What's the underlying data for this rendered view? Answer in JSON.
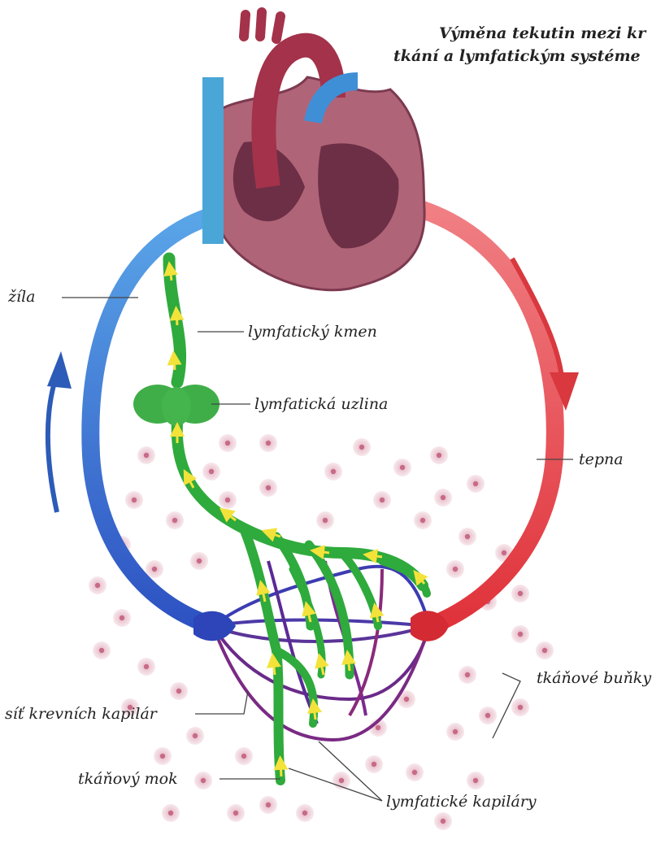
{
  "title": {
    "line1": "Výměna tekutin mezi kr",
    "line2": "tkání a lymfatickým systéme"
  },
  "labels": {
    "vein": "žíla",
    "lymph_trunk": "lymfatický kmen",
    "lymph_node": "lymfatická uzlina",
    "artery": "tepna",
    "tissue_cells": "tkáňové buňky",
    "capillary_network": "síť krevních kapilár",
    "tissue_fluid": "tkáňový mok",
    "lymph_capillaries": "lymfatické kapiláry"
  },
  "colors": {
    "vein": "#2f6fd0",
    "artery": "#e2474f",
    "lymph": "#2faa3c",
    "arrow_yellow": "#f3e23a",
    "capillary_purple": "#6a2a8a",
    "heart": "#a8586e",
    "cell": "#f1dde3"
  }
}
